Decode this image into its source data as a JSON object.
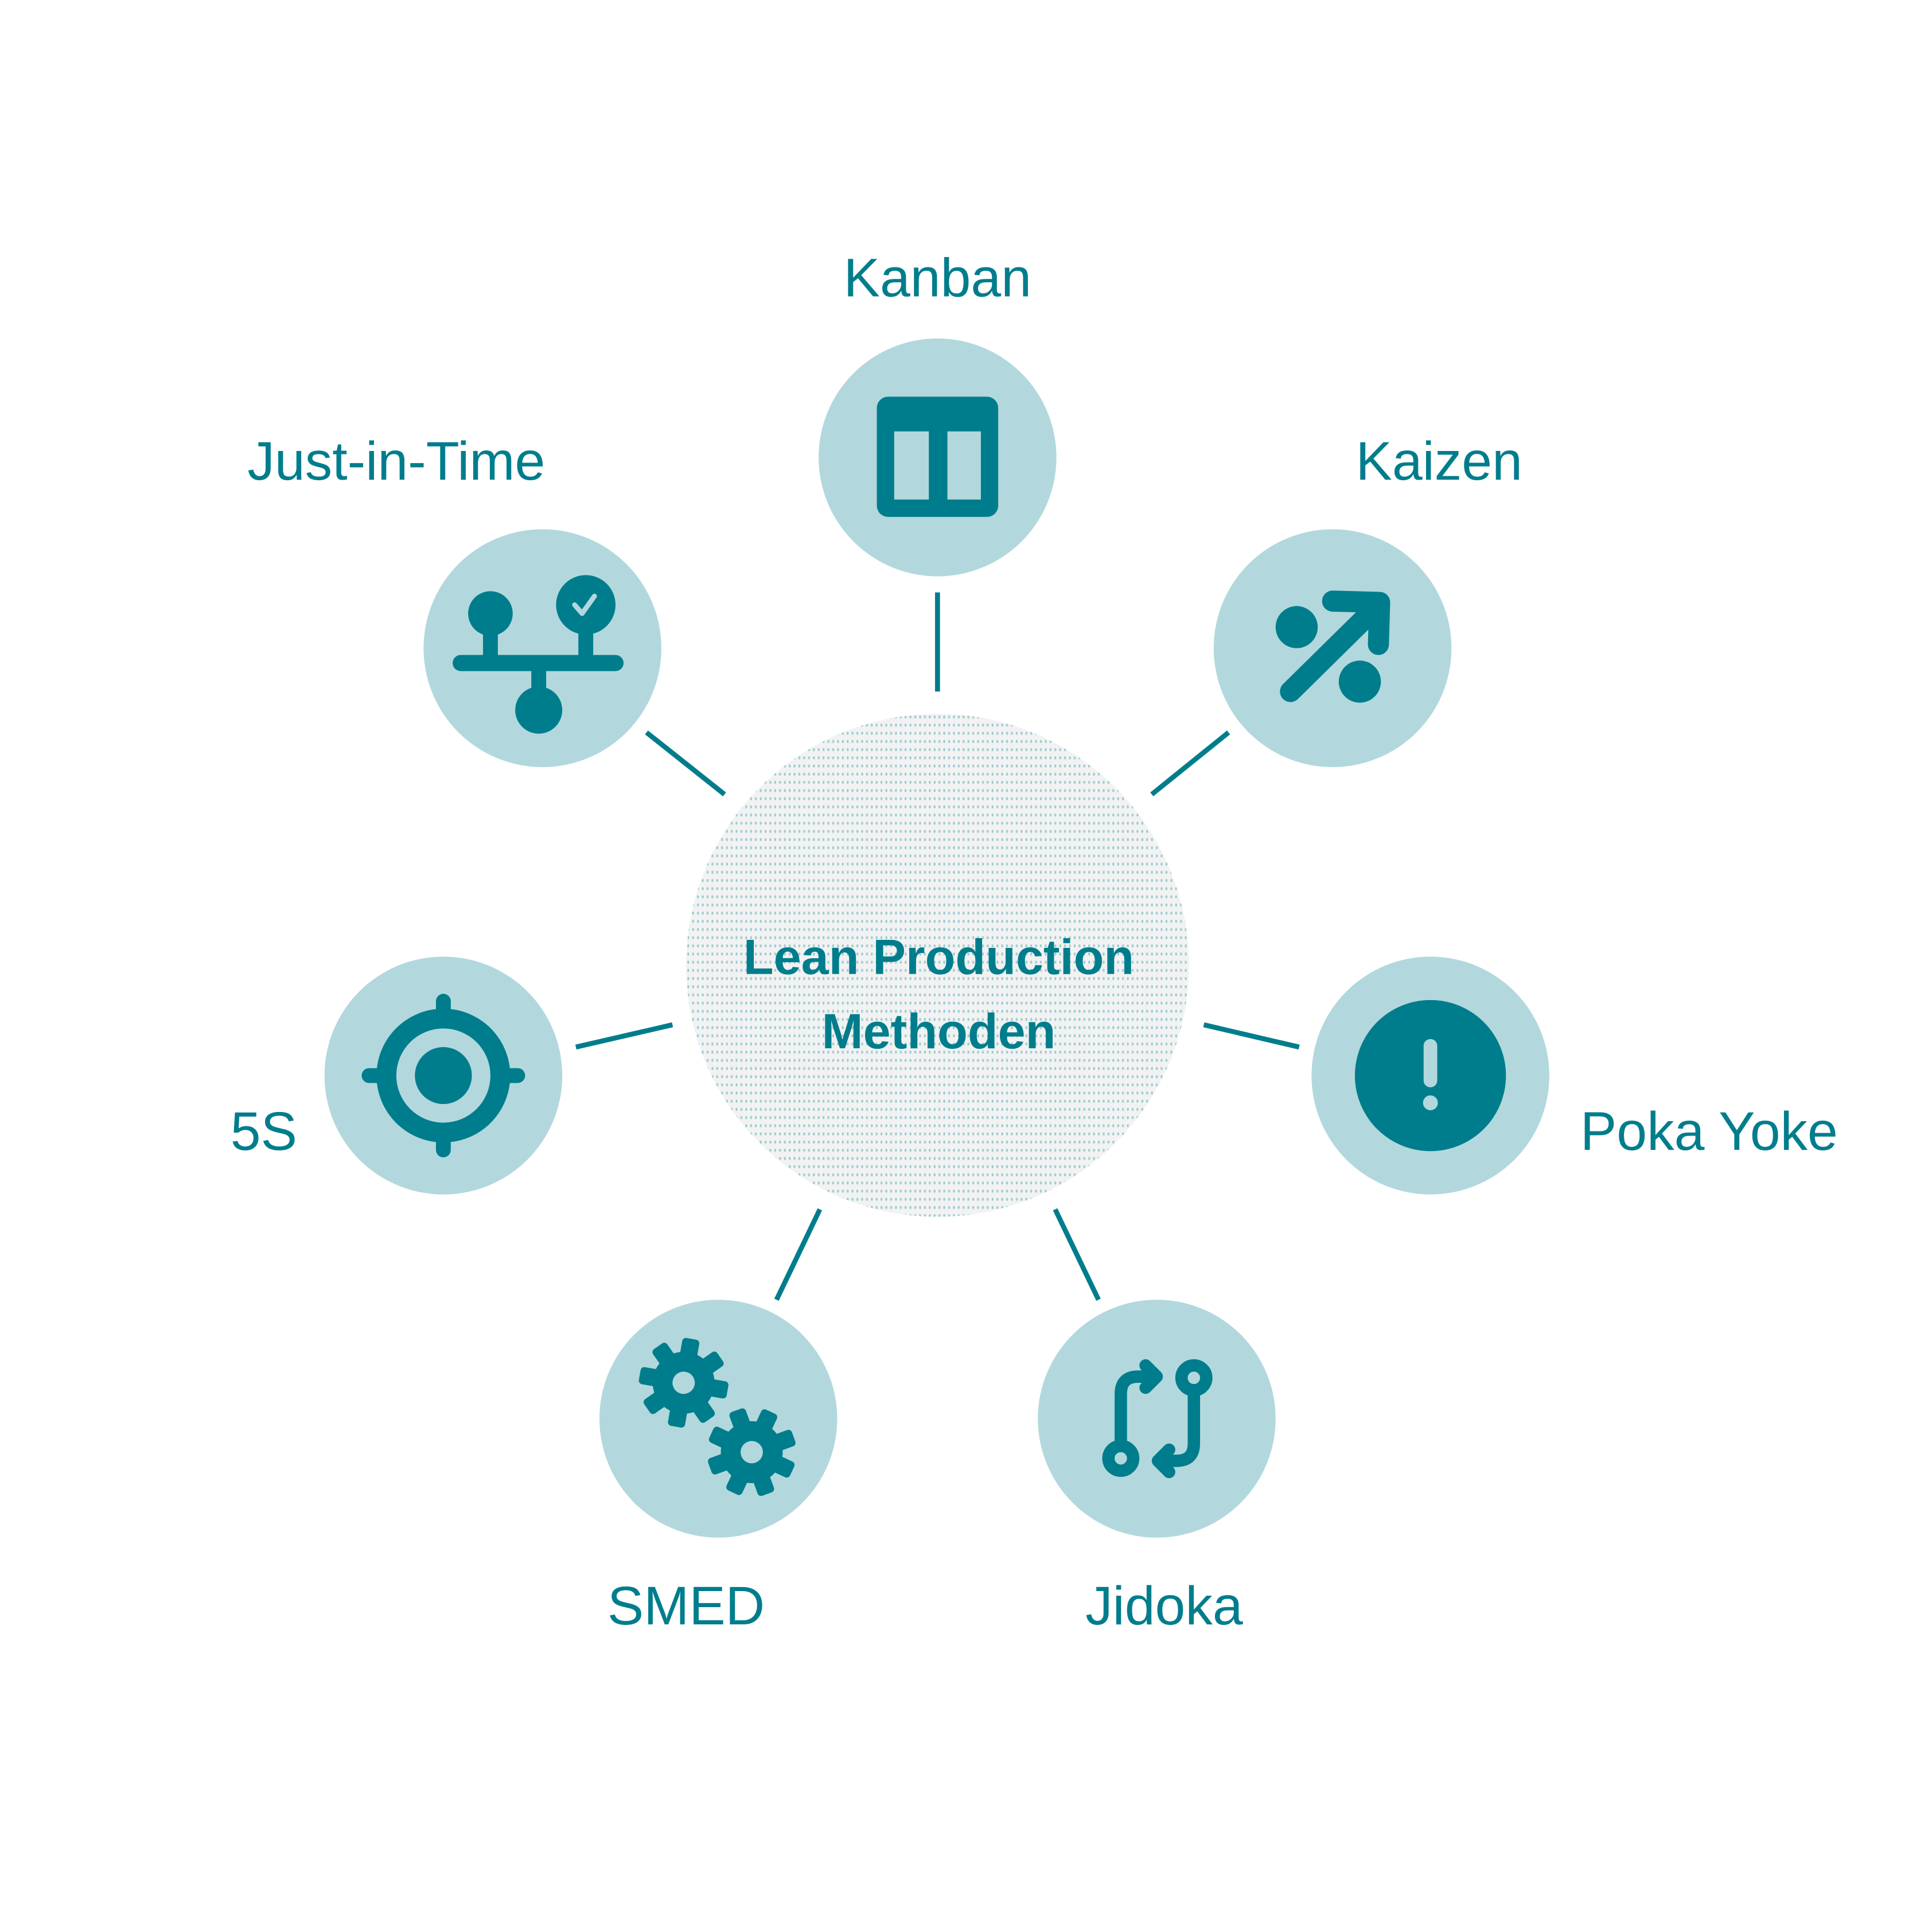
{
  "center": {
    "line1": "Lean Production",
    "line2": "Methoden"
  },
  "methods": [
    {
      "label": "Kanban",
      "icon": "kanban-board-icon"
    },
    {
      "label": "Kaizen",
      "icon": "improvement-arrow-icon"
    },
    {
      "label": "Poka Yoke",
      "icon": "exclamation-icon"
    },
    {
      "label": "Jidoka",
      "icon": "swap-arrows-icon"
    },
    {
      "label": "SMED",
      "icon": "gears-icon"
    },
    {
      "label": "5S",
      "icon": "target-icon"
    },
    {
      "label": "Just-in-Time",
      "icon": "flow-balance-icon"
    }
  ],
  "colors": {
    "primary": "#007d8c",
    "bubble": "#b2d8dd",
    "center_bg": "#f2f2f2",
    "dots": "#9fcdd3"
  }
}
